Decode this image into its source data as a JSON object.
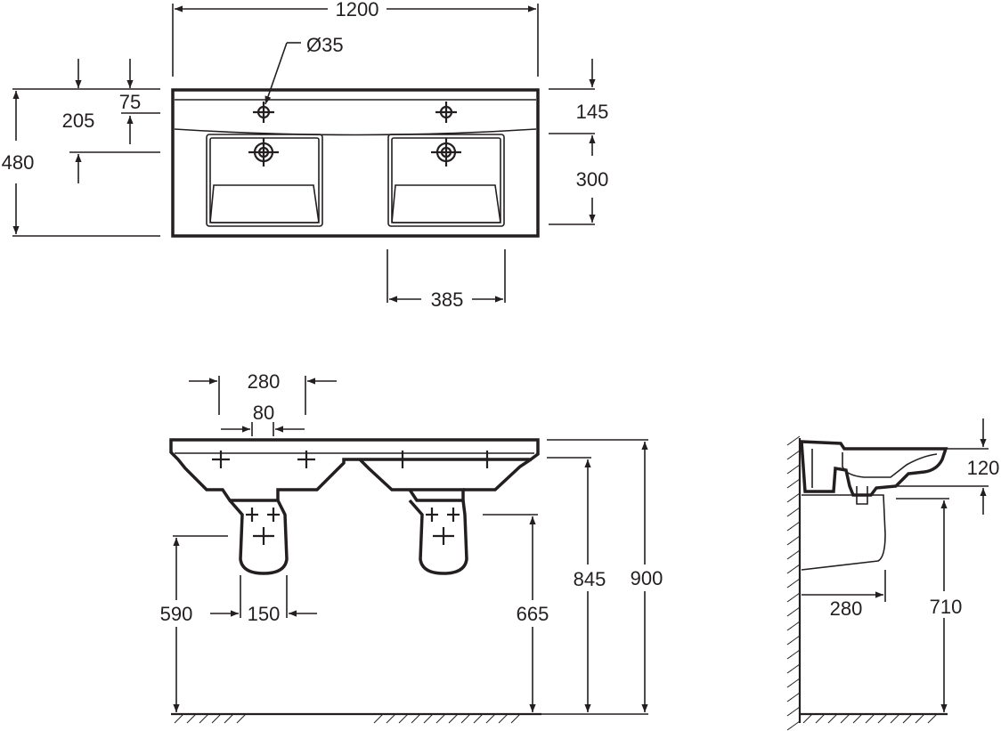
{
  "diagram": {
    "top_view": {
      "overall_width": "1200",
      "hole_diameter": "Ø35",
      "tap_offset_small": "75",
      "tap_offset_large": "205",
      "overall_depth": "480",
      "deck_depth": "145",
      "bowl_depth": "300",
      "bowl_width": "385"
    },
    "front_view": {
      "pedestal_spread": "280",
      "pedestal_gap": "80",
      "waste_height": "590",
      "waste_width": "150",
      "rim_height_inner": "665",
      "rim_height": "845",
      "overall_height": "900"
    },
    "side_view": {
      "basin_depth": "120",
      "projection": "280",
      "underside_height": "710"
    },
    "colors": {
      "ink": "#231f20",
      "background": "#ffffff"
    }
  }
}
